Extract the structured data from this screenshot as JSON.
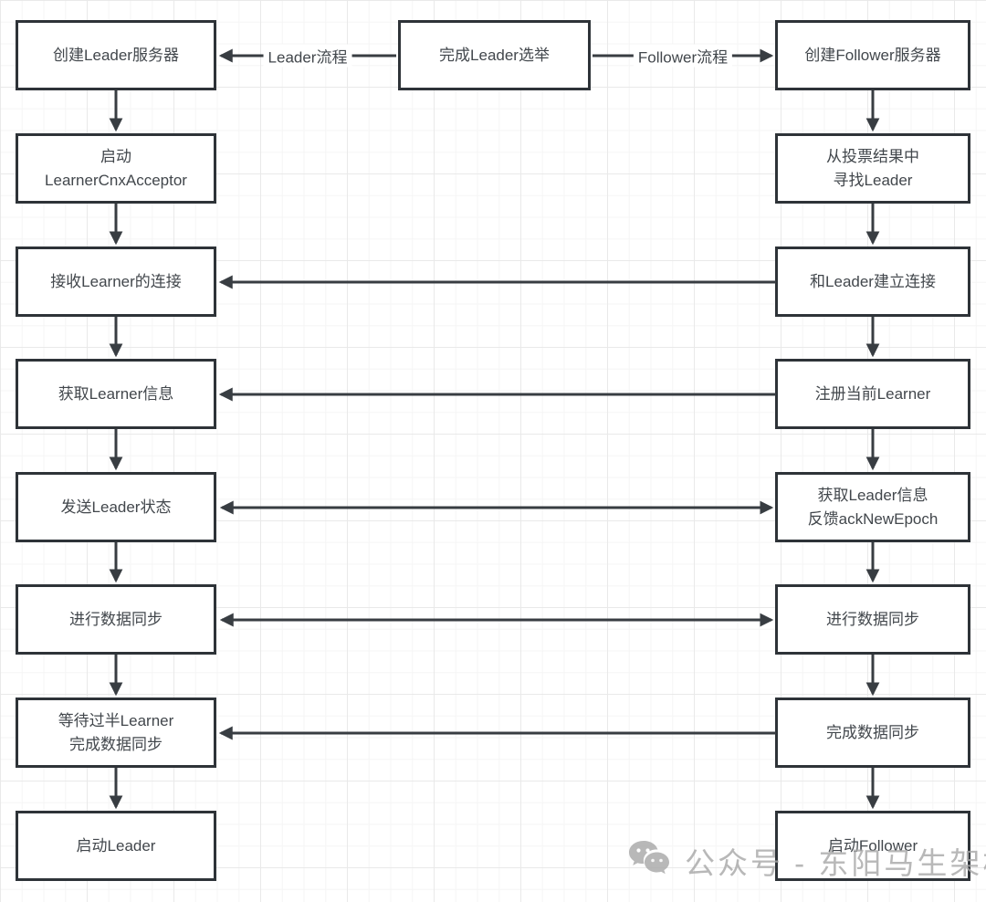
{
  "theme": {
    "bg": "#ffffff",
    "grid_minor": "#f5f5f5",
    "grid_major": "#e9e9e9",
    "line": "#383d42",
    "border": "#2e3338",
    "text": "#42474c",
    "node_bg": "#ffffff",
    "watermark": "#a9a9a9"
  },
  "flow": {
    "center_label": "完成Leader选举",
    "edge_labels": {
      "leader": "Leader流程",
      "follower": "Follower流程"
    },
    "leader_column": [
      "创建Leader服务器",
      "启动\nLearnerCnxAcceptor",
      "接收Learner的连接",
      "获取Learner信息",
      "发送Leader状态",
      "进行数据同步",
      "等待过半Learner\n完成数据同步",
      "启动Leader"
    ],
    "follower_column": [
      "创建Follower服务器",
      "从投票结果中\n寻找Leader",
      "和Leader建立连接",
      "注册当前Learner",
      "获取Leader信息\n反馈ackNewEpoch",
      "进行数据同步",
      "完成数据同步",
      "启动Follower"
    ]
  },
  "watermark": {
    "icon": "wechat-icon",
    "text": "公众号 - 东阳马生架构"
  }
}
